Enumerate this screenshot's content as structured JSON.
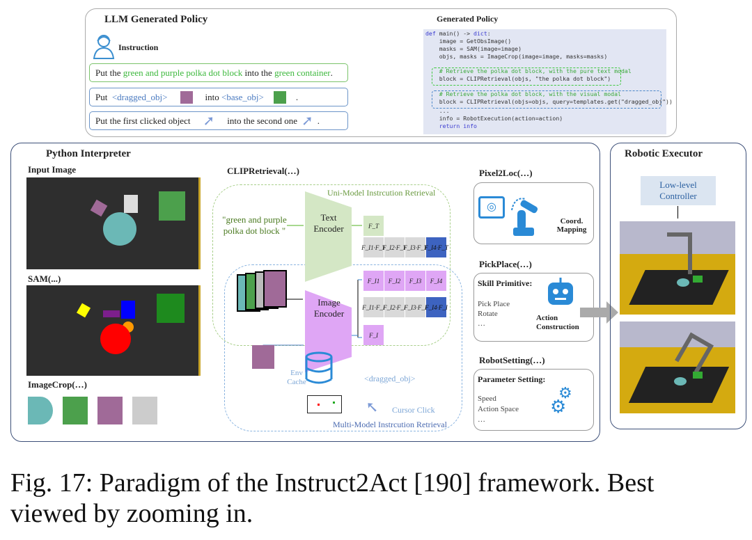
{
  "llm": {
    "title": "LLM Generated Policy",
    "instruction_label": "Instruction",
    "instr1": {
      "a": "Put the ",
      "b": "green and purple polka dot block",
      "c": " into the ",
      "d": "green container",
      "e": "."
    },
    "instr2": {
      "a": "Put  ",
      "b": "<dragged_obj>",
      "c": "into ",
      "d": "<base_obj>",
      "e": "."
    },
    "instr3": {
      "a": "Put the first clicked object",
      "b": "into the second one",
      "c": "."
    }
  },
  "policy": {
    "title": "Generated Policy",
    "lines": [
      "def main() -> dict:",
      "    image = GetObsImage()",
      "    masks = SAM(image=image)",
      "    objs, masks = ImageCrop(image=image, masks=masks)",
      "    # Retrieve the polka dot block, with the pure text modal",
      "    block = CLIPRetrieval(objs, \"the polka dot block\")",
      "    # Retrieve the polka dot block, with the visual modal",
      "    block = CLIPRetrieval(objs=objs, query=templates.get(\"dragged_obj\"))",
      "    ...",
      "    info = RobotExecution(action=action)",
      "    return info"
    ]
  },
  "interpreter": {
    "title": "Python Interpreter",
    "input_image": "Input Image",
    "sam": "SAM(...)",
    "imagecrop": "ImageCrop(…)",
    "clip": {
      "title": "CLIPRetrieval(…)",
      "uni": "Uni-Model Instrcution Retrieval",
      "multi": "Multi-Model Instrcution Retrieval",
      "query": "\"green and purple polka dot block \"",
      "text_encoder": "Text Encoder",
      "image_encoder": "Image Encoder",
      "ft": "F_T",
      "fi": "F_I",
      "feat_row": [
        "F_I1",
        "F_I2",
        "F_I3",
        "F_I4"
      ],
      "sim_text": [
        "F_I1·F_T",
        "F_I2·F_T",
        "F_I3·F_T",
        "F_I4·F_T"
      ],
      "sim_img": [
        "F_I1·F_I",
        "F_I2·F_I",
        "F_I3·F_I",
        "F_I4·F_I"
      ],
      "env_cache": "Env Cache",
      "dragged": "<dragged_obj>",
      "cursor": "Cursor Click"
    },
    "pixel2loc": {
      "title": "Pixel2Loc(…)",
      "label": "Coord. Mapping"
    },
    "pickplace": {
      "title": "PickPlace(…)",
      "heading": "Skill Primitive:",
      "items": [
        "Pick Place",
        "Rotate",
        "…"
      ],
      "label": "Action Construction"
    },
    "robotsetting": {
      "title": "RobotSetting(…)",
      "heading": "Parameter Setting:",
      "items": [
        "Speed",
        "Action Space",
        "…"
      ]
    }
  },
  "executor": {
    "title": "Robotic Executor",
    "controller": "Low-level Controller"
  },
  "caption": {
    "line1": "Fig. 17: Paradigm of the Instruct2Act [190] framework. Best",
    "line2": "viewed by zooming in."
  }
}
